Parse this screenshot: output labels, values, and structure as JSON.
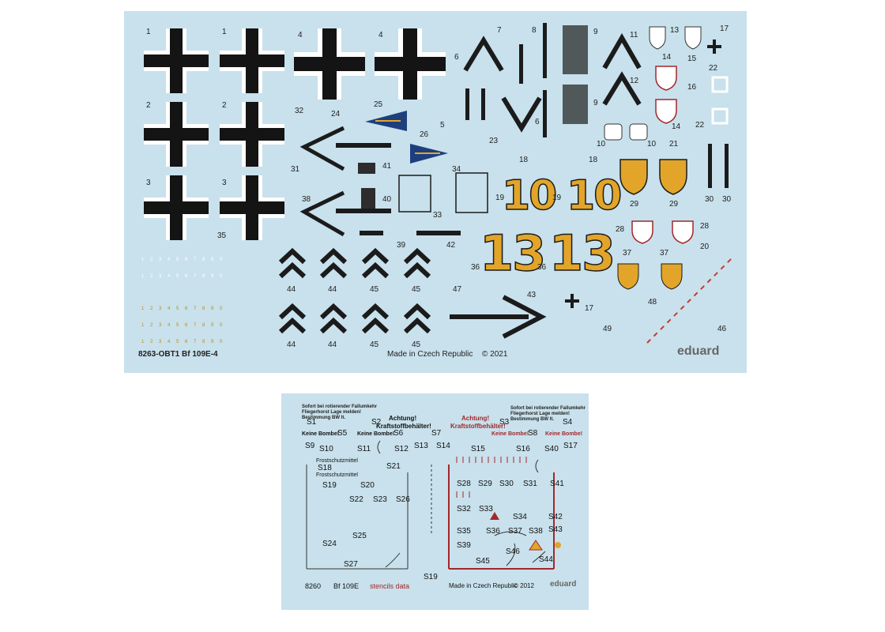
{
  "main_sheet": {
    "code_label": "8263-OBT1 Bf 109E-4",
    "made_in": "Made in Czech Republic",
    "copyright": "© 2021",
    "brand": "eduard",
    "big_numbers": {
      "ten": "10",
      "thirteen": "13"
    },
    "yellow_digits": "1 2 3 4 5 6 7 8 9 0",
    "numbers": {
      "n1": "1",
      "n2": "2",
      "n3": "3",
      "n4": "4",
      "n5": "5",
      "n6": "6",
      "n7": "7",
      "n8": "8",
      "n9": "9",
      "n10": "10",
      "n11": "11",
      "n12": "12",
      "n13": "13",
      "n14": "14",
      "n15": "15",
      "n16": "16",
      "n17": "17",
      "n18": "18",
      "n19": "19",
      "n20": "20",
      "n21": "21",
      "n22": "22",
      "n23": "23",
      "n24": "24",
      "n25": "25",
      "n26": "26",
      "n28": "28",
      "n29": "29",
      "n30": "30",
      "n31": "31",
      "n32": "32",
      "n33": "33",
      "n34": "34",
      "n35": "35",
      "n36": "36",
      "n37": "37",
      "n38": "38",
      "n39": "39",
      "n40": "40",
      "n41": "41",
      "n42": "42",
      "n43": "43",
      "n44": "44",
      "n45": "45",
      "n46": "46",
      "n47": "47",
      "n48": "48",
      "n49": "49"
    }
  },
  "stencil_sheet": {
    "code": "8260",
    "model": "Bf 109E",
    "subtitle": "stencils data",
    "made_in": "Made in Czech Republic",
    "copyright": "© 2012",
    "brand": "eduard",
    "texts": {
      "achtung": "Achtung!",
      "kraftstoff": "Kraftstoffbehälter!",
      "keine_bombe": "Keine Bombe!",
      "frostschutz": "Frostschutzmittel"
    },
    "labels": {
      "S1": "S1",
      "S2": "S2",
      "S3": "S3",
      "S4": "S4",
      "S5": "S5",
      "S6": "S6",
      "S7": "S7",
      "S8": "S8",
      "S9": "S9",
      "S10": "S10",
      "S11": "S11",
      "S12": "S12",
      "S13": "S13",
      "S14": "S14",
      "S15": "S15",
      "S16": "S16",
      "S17": "S17",
      "S18": "S18",
      "S19": "S19",
      "S20": "S20",
      "S21": "S21",
      "S22": "S22",
      "S23": "S23",
      "S24": "S24",
      "S25": "S25",
      "S26": "S26",
      "S27": "S27",
      "S28": "S28",
      "S29": "S29",
      "S30": "S30",
      "S31": "S31",
      "S32": "S32",
      "S33": "S33",
      "S34": "S34",
      "S35": "S35",
      "S36": "S36",
      "S37": "S37",
      "S38": "S38",
      "S39": "S39",
      "S40": "S40",
      "S41": "S41",
      "S42": "S42",
      "S43": "S43",
      "S44": "S44",
      "S45": "S45",
      "S46": "S46"
    }
  },
  "colors": {
    "sheet_bg": "#c8e1ec",
    "cross_black": "#141414",
    "number_yellow": "#e2a52a",
    "stencil_red": "#a3272b",
    "chevron_black": "#1b1b1b"
  }
}
